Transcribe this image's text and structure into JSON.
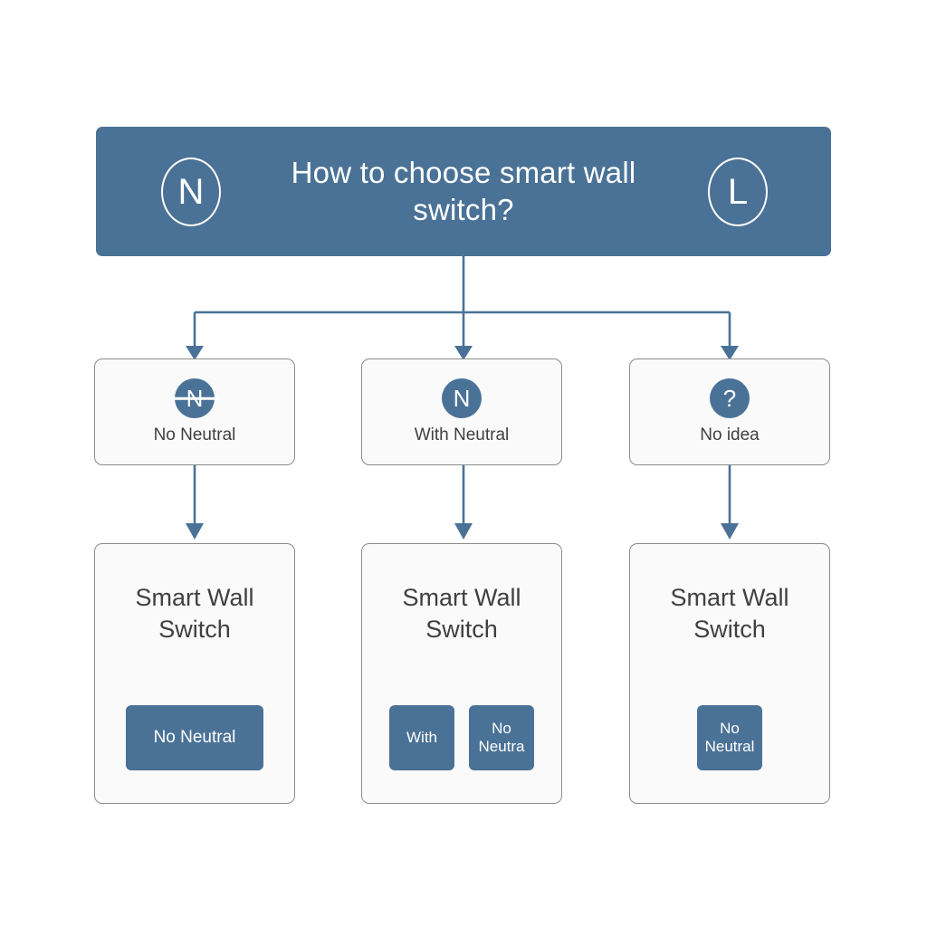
{
  "header": {
    "title": "How to choose smart wall switch?",
    "left_icon_label": "N",
    "left_icon_name": "neutral-wire-circle-icon",
    "right_icon_label": "L",
    "right_icon_name": "live-wire-circle-icon",
    "background_color": "#4a7296",
    "text_color": "#ffffff"
  },
  "options": [
    {
      "badge_label": "N",
      "badge_struck_through": true,
      "label": "No Neutral",
      "icon_name": "no-neutral-badge-icon"
    },
    {
      "badge_label": "N",
      "badge_struck_through": false,
      "label": "With Neutral",
      "icon_name": "with-neutral-badge-icon"
    },
    {
      "badge_label": "?",
      "badge_struck_through": false,
      "label": "No idea",
      "icon_name": "question-badge-icon"
    }
  ],
  "products": [
    {
      "title": "Smart Wall Switch",
      "chips": [
        {
          "label": "No Neutral",
          "style": "wide"
        }
      ]
    },
    {
      "title": "Smart Wall Switch",
      "chips": [
        {
          "label": "With",
          "style": "square"
        },
        {
          "label": "No Neutra",
          "style": "square"
        }
      ]
    },
    {
      "title": "Smart Wall Switch",
      "chips": [
        {
          "label": "No Neutral",
          "style": "square"
        }
      ]
    }
  ],
  "theme": {
    "accent": "#4a7296",
    "connector": "#4a7296",
    "card_border": "#8c8c8c",
    "card_background": "#fafafa",
    "text": "#404040",
    "page_background": "#ffffff"
  }
}
